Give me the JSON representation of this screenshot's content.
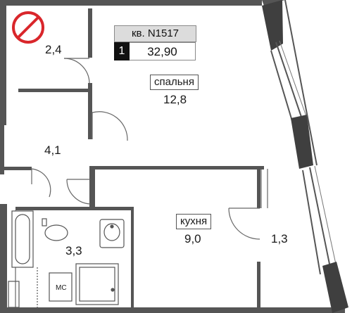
{
  "apartment": {
    "number_label": "кв. N1517",
    "rooms": "1",
    "total_area": "32,90"
  },
  "rooms": {
    "storage": {
      "area": "2,4"
    },
    "bedroom": {
      "name": "спальня",
      "area": "12,8"
    },
    "hall": {
      "area": "4,1"
    },
    "bathroom": {
      "area": "3,3",
      "appliance_label": "МС"
    },
    "kitchen": {
      "name": "кухня",
      "area": "9,0"
    },
    "balcony": {
      "area": "1,3"
    }
  },
  "icons": {
    "no_entry": "prohibited-icon",
    "no_entry_color": "#d9262b"
  },
  "colors": {
    "wall": "#555555",
    "wall_dark": "#3f3f3f",
    "apt_header_bg": "#dcdcdc"
  }
}
